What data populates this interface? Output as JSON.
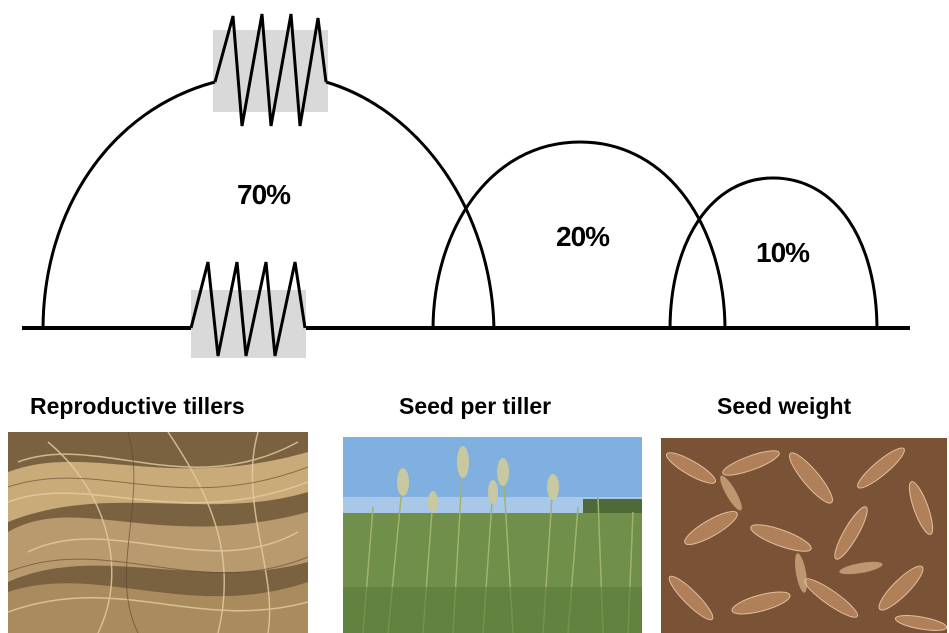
{
  "diagram": {
    "components": [
      {
        "percent": "70%",
        "caption": "Reproductive tillers"
      },
      {
        "percent": "20%",
        "caption": "Seed per tiller"
      },
      {
        "percent": "10%",
        "caption": "Seed weight"
      }
    ]
  },
  "colors": {
    "line": "#000000",
    "spring_box": "#d9d9d9",
    "tillers_photo": "#b89a6e",
    "field_sky": "#7fb0e0",
    "field_grass": "#6f8f4a",
    "seed_photo": "#9a6e4a"
  },
  "photos": {
    "photo1": "dry-grass-tillers-photo",
    "photo2": "grass-field-photo",
    "photo3": "seeds-photo"
  }
}
